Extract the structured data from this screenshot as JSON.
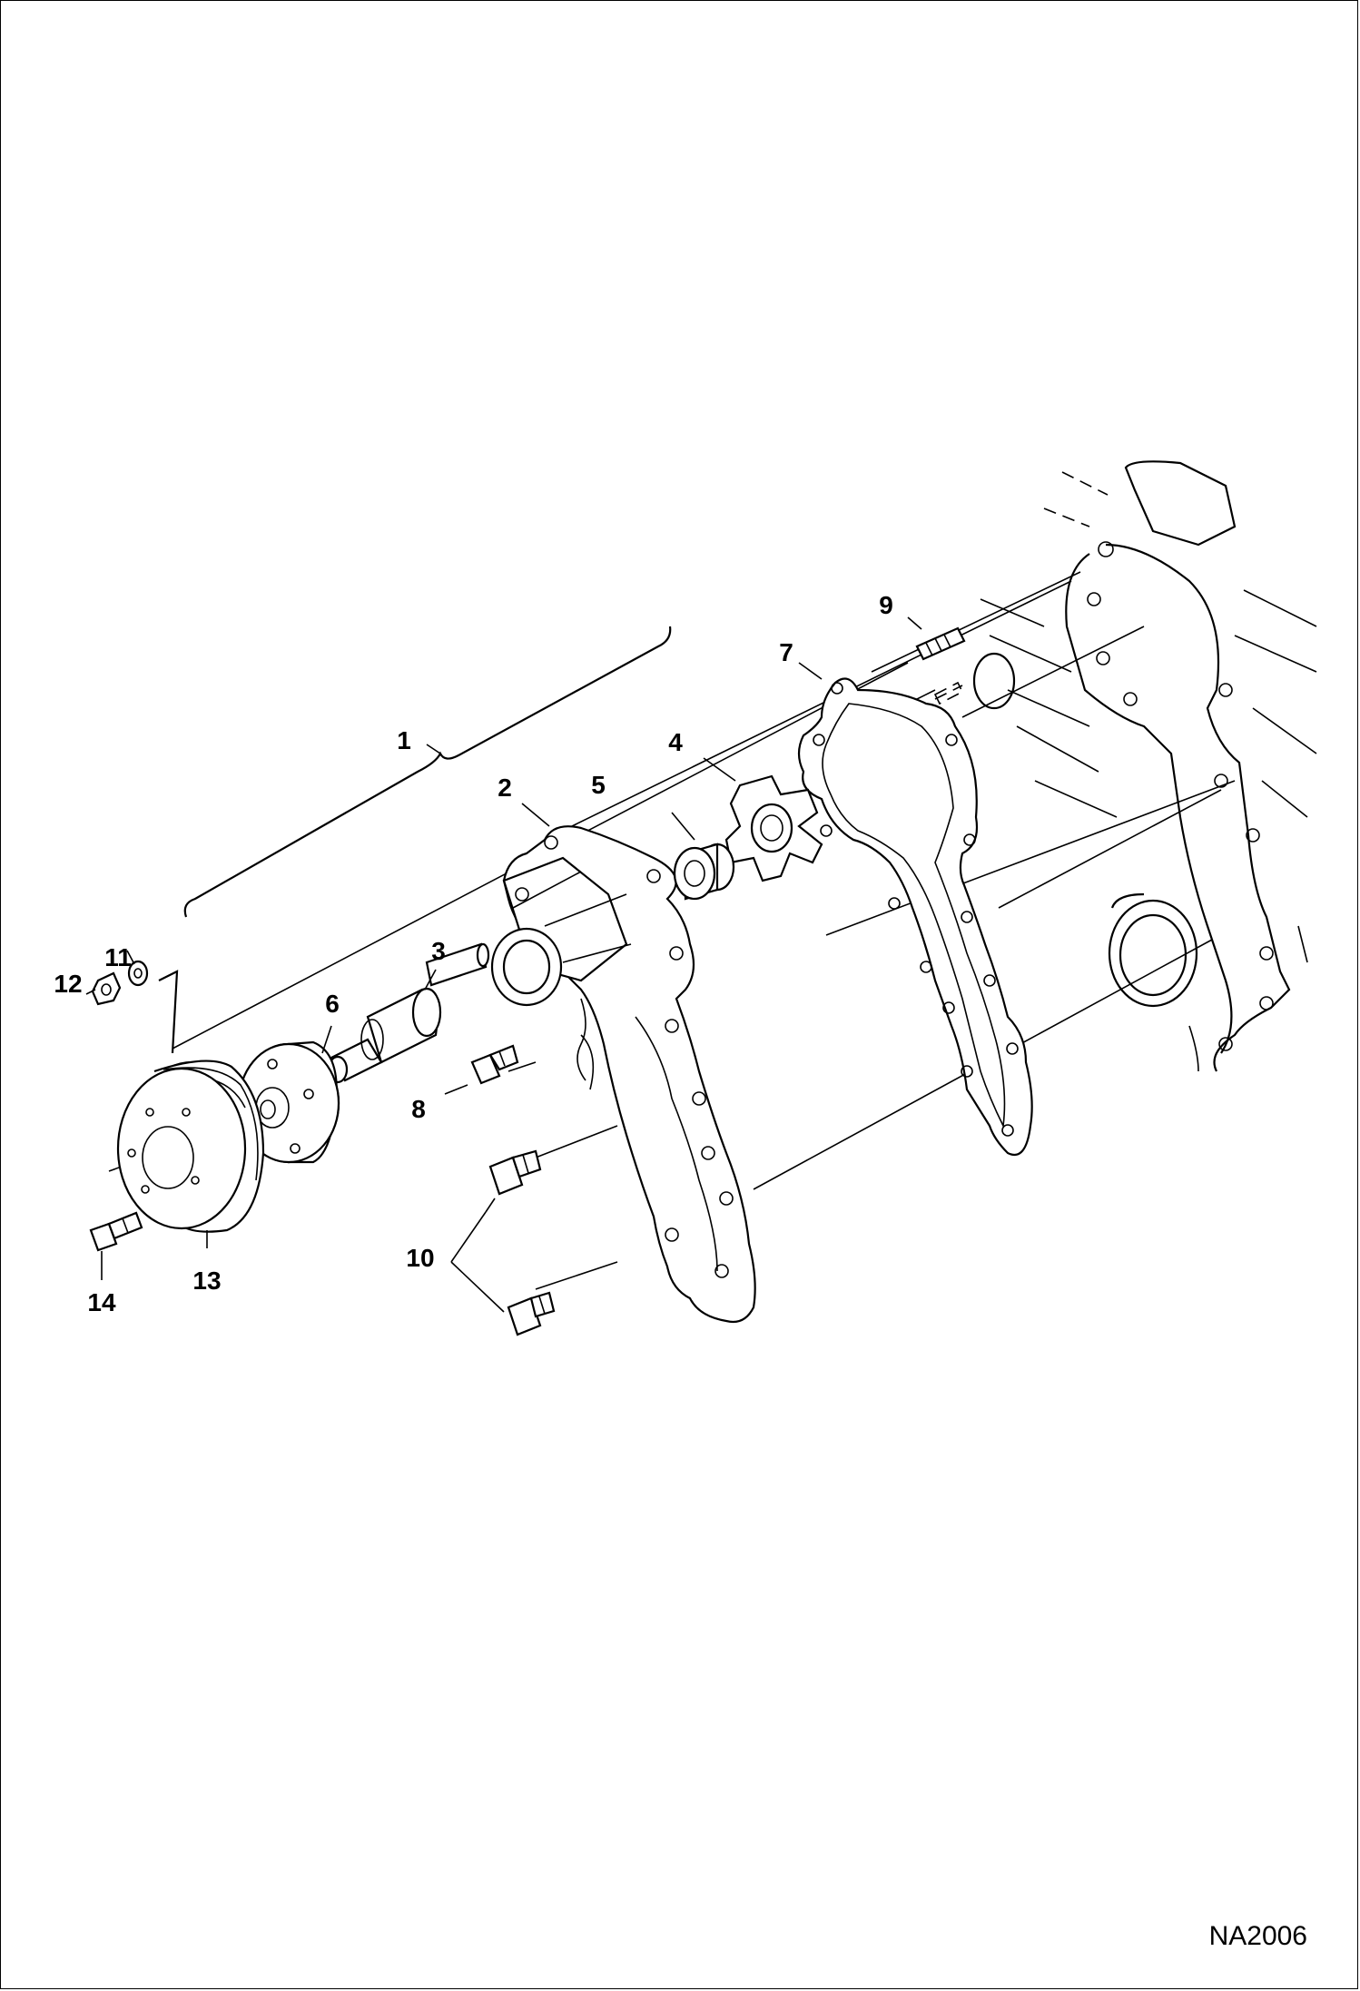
{
  "diagram": {
    "drawing_code": "NA2006",
    "callouts": [
      {
        "id": "c1",
        "label": "1"
      },
      {
        "id": "c2",
        "label": "2"
      },
      {
        "id": "c3",
        "label": "3"
      },
      {
        "id": "c4",
        "label": "4"
      },
      {
        "id": "c5",
        "label": "5"
      },
      {
        "id": "c6",
        "label": "6"
      },
      {
        "id": "c7",
        "label": "7"
      },
      {
        "id": "c8",
        "label": "8"
      },
      {
        "id": "c9",
        "label": "9"
      },
      {
        "id": "c10",
        "label": "10"
      },
      {
        "id": "c11",
        "label": "11"
      },
      {
        "id": "c12",
        "label": "12"
      },
      {
        "id": "c13",
        "label": "13"
      },
      {
        "id": "c14",
        "label": "14"
      }
    ]
  }
}
